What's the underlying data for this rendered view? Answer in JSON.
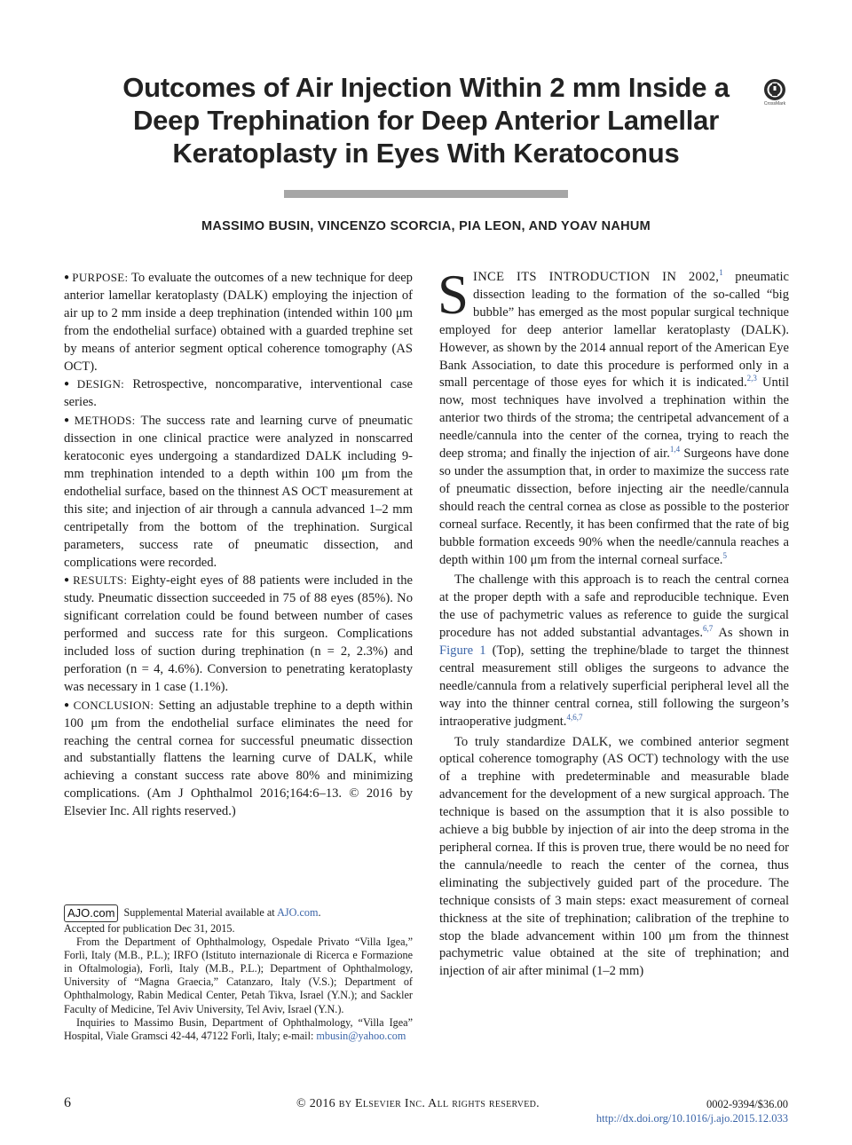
{
  "title": "Outcomes of Air Injection Within 2 mm Inside a Deep Trephination for Deep Anterior Lamellar Keratoplasty in Eyes With Keratoconus",
  "crossmark_label": "CrossMark",
  "authors": "MASSIMO BUSIN, VINCENZO SCORCIA, PIA LEON, AND YOAV NAHUM",
  "abstract": {
    "purpose_label": "PURPOSE:",
    "purpose_text": "To evaluate the outcomes of a new technique for deep anterior lamellar keratoplasty (DALK) employing the injection of air up to 2 mm inside a deep trephination (intended within 100 μm from the endothelial surface) obtained with a guarded trephine set by means of anterior segment optical coherence tomography (AS OCT).",
    "design_label": "DESIGN:",
    "design_text": "Retrospective, noncomparative, interventional case series.",
    "methods_label": "METHODS:",
    "methods_text": "The success rate and learning curve of pneumatic dissection in one clinical practice were analyzed in nonscarred keratoconic eyes undergoing a standardized DALK including 9-mm trephination intended to a depth within 100 μm from the endothelial surface, based on the thinnest AS OCT measurement at this site; and injection of air through a cannula advanced 1–2 mm centripetally from the bottom of the trephination. Surgical parameters, success rate of pneumatic dissection, and complications were recorded.",
    "results_label": "RESULTS:",
    "results_text": "Eighty-eight eyes of 88 patients were included in the study. Pneumatic dissection succeeded in 75 of 88 eyes (85%). No significant correlation could be found between number of cases performed and success rate for this surgeon. Complications included loss of suction during trephination (n = 2, 2.3%) and perforation (n = 4, 4.6%). Conversion to penetrating keratoplasty was necessary in 1 case (1.1%).",
    "conclusion_label": "CONCLUSION:",
    "conclusion_text": "Setting an adjustable trephine to a depth within 100 μm from the endothelial surface eliminates the need for reaching the central cornea for successful pneumatic dissection and substantially flattens the learning curve of DALK, while achieving a constant success rate above 80% and minimizing complications. (Am J Ophthalmol 2016;164:6–13. © 2016 by Elsevier Inc. All rights reserved.)"
  },
  "body": {
    "p1": {
      "dropcap": "S",
      "lead": "INCE ITS INTRODUCTION IN 2002,",
      "ref1": "1",
      "t1": " pneumatic dissection leading to the formation of the so-called “big bubble” has emerged as the most popular surgical technique employed for deep anterior lamellar keratoplasty (DALK). However, as shown by the 2014 annual report of the American Eye Bank Association, to date this procedure is performed only in a small percentage of those eyes for which it is indicated.",
      "ref2": "2,3",
      "t2": " Until now, most techniques have involved a trephination within the anterior two thirds of the stroma; the centripetal advancement of a needle/cannula into the center of the cornea, trying to reach the deep stroma; and finally the injection of air.",
      "ref3": "1,4",
      "t3": " Surgeons have done so under the assumption that, in order to maximize the success rate of pneumatic dissection, before injecting air the needle/cannula should reach the central cornea as close as possible to the posterior corneal surface. Recently, it has been confirmed that the rate of big bubble formation exceeds 90% when the needle/cannula reaches a depth within 100 μm from the internal corneal surface.",
      "ref4": "5"
    },
    "p2": {
      "t1": "The challenge with this approach is to reach the central cornea at the proper depth with a safe and reproducible technique. Even the use of pachymetric values as reference to guide the surgical procedure has not added substantial advantages.",
      "ref1": "6,7",
      "t2": " As shown in ",
      "fig_link": "Figure 1",
      "t3": " (Top), setting the trephine/blade to target the thinnest central measurement still obliges the surgeons to advance the needle/cannula from a relatively superficial peripheral level all the way into the thinner central cornea, still following the surgeon’s intraoperative judgment.",
      "ref2": "4,6,7"
    },
    "p3": {
      "t1": "To truly standardize DALK, we combined anterior segment optical coherence tomography (AS OCT) technology with the use of a trephine with predeterminable and measurable blade advancement for the development of a new surgical approach. The technique is based on the assumption that it is also possible to achieve a big bubble by injection of air into the deep stroma in the peripheral cornea. If this is proven true, there would be no need for the cannula/needle to reach the center of the cornea, thus eliminating the subjectively guided part of the procedure. The technique consists of 3 main steps: exact measurement of corneal thickness at the site of trephination; calibration of the trephine to stop the blade advancement within 100 μm from the thinnest pachymetric value obtained at the site of trephination; and injection of air after minimal (1–2 mm)"
    }
  },
  "footnotes": {
    "ajo_logo": "AJO.com",
    "supplemental_text": "Supplemental Material available at ",
    "supplemental_link": "AJO.com",
    "supplemental_end": ".",
    "accepted": "Accepted for publication Dec 31, 2015.",
    "affiliations": "From the Department of Ophthalmology, Ospedale Privato “Villa Igea,” Forlì, Italy (M.B., P.L.); IRFO (Istituto internazionale di Ricerca e Formazione in Oftalmologia), Forlì, Italy (M.B., P.L.); Department of Ophthalmology, University of “Magna Graecia,” Catanzaro, Italy (V.S.); Department of Ophthalmology, Rabin Medical Center, Petah Tikva, Israel (Y.N.); and Sackler Faculty of Medicine, Tel Aviv University, Tel Aviv, Israel (Y.N.).",
    "inquiries": "Inquiries to Massimo Busin, Department of Ophthalmology, “Villa Igea” Hospital, Viale Gramsci 42-44, 47122 Forlì, Italy; e-mail: ",
    "email": "mbusin@yahoo.com"
  },
  "footer": {
    "page_number": "6",
    "copyright": "© 2016 by Elsevier Inc. All rights reserved.",
    "issn": "0002-9394/$36.00",
    "doi": "http://dx.doi.org/10.1016/j.ajo.2015.12.033"
  },
  "colors": {
    "link": "#3a64a8",
    "rule": "#a6a6a6"
  }
}
